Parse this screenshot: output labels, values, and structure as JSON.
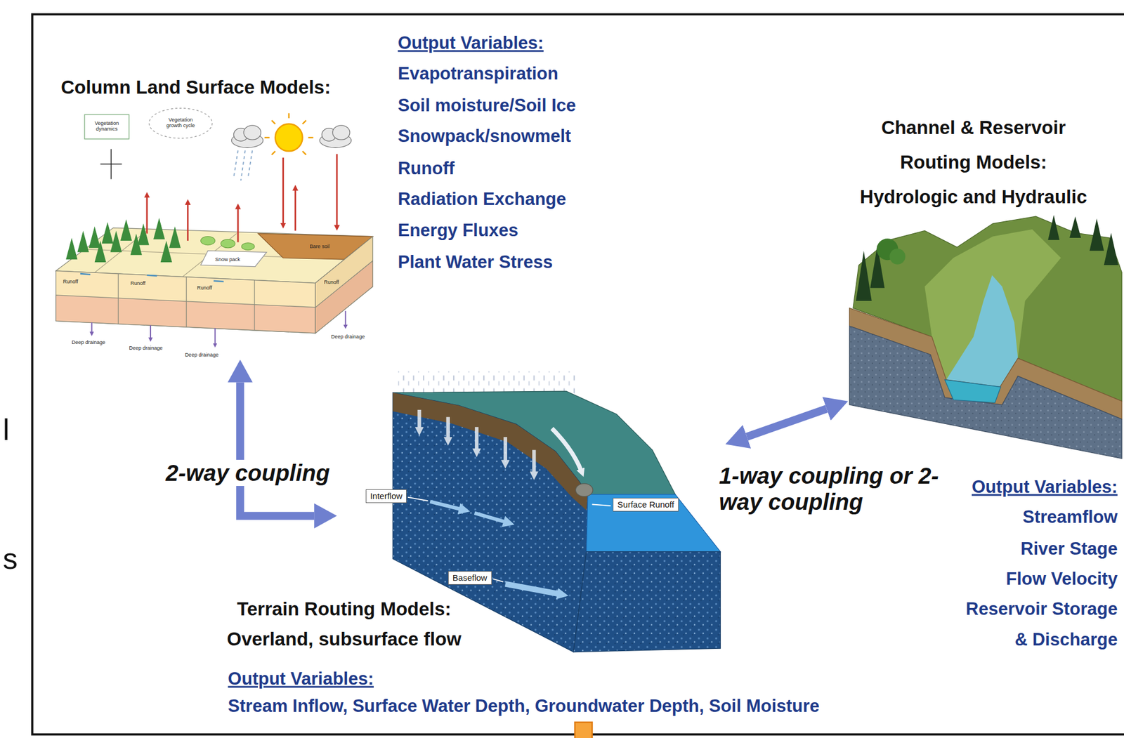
{
  "diagram": {
    "nodes": [
      {
        "text": [
          "Column Land Surface Models:",
          "Output Variables:",
          "Evapotranspiration",
          "Soil moisture/Soil Ice",
          "Snowpack/snowmelt",
          "Runoff",
          "Radiation Exchange",
          "Energy Fluxes",
          "Plant Water Stress"
        ]
      },
      {
        "text": [
          "Channel & Reservoir",
          "Routing Models:",
          "Hydrologic and Hydraulic",
          "Output Variables:",
          "Streamflow",
          "River Stage",
          "Flow Velocity",
          "Reservoir Storage",
          "& Discharge"
        ]
      },
      {
        "text": [
          "Terrain Routing Models:",
          "Overland, subsurface flow",
          "Output Variables:",
          "Stream Inflow, Surface Water Depth, Groundwater Depth, Soil Moisture"
        ]
      },
      {
        "text": [
          "Interflow"
        ],
        "in": 2
      },
      {
        "text": [
          "Surface Runoff"
        ],
        "in": 2
      },
      {
        "text": [
          "Baseflow"
        ],
        "in": 2
      }
    ],
    "edges": [
      {
        "from": 0,
        "to": 2,
        "arrow": "both",
        "label": "2-way coupling"
      },
      {
        "from": 2,
        "to": 1,
        "arrow": "both",
        "label": "1-way coupling or 2-way coupling"
      }
    ],
    "labels": [
      "Vegetation dynamics",
      "Vegetation growth cycle",
      "Snow pack",
      "Bare soil",
      "Runoff",
      "Runoff",
      "Runoff",
      "Runoff",
      "Deep drainage",
      "Deep drainage",
      "Deep drainage",
      "Deep drainage",
      "l",
      "s"
    ]
  }
}
